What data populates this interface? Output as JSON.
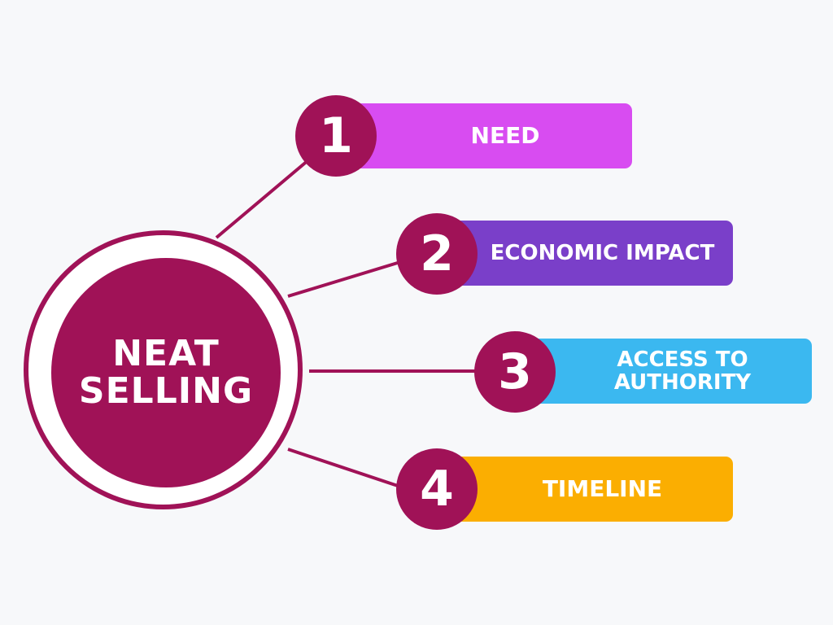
{
  "hub": {
    "line1": "NEAT",
    "line2": "SELLING"
  },
  "steps": [
    {
      "number": "1",
      "label": "NEED",
      "color": "#d84cf1"
    },
    {
      "number": "2",
      "label": "ECONOMIC IMPACT",
      "color": "#7a3fc9"
    },
    {
      "number": "3",
      "label_line1": "ACCESS TO",
      "label_line2": "AUTHORITY",
      "color": "#3bb8f0"
    },
    {
      "number": "4",
      "label": "TIMELINE",
      "color": "#fbae01"
    }
  ],
  "colors": {
    "primary": "#a01257",
    "background": "#f7f8fa"
  }
}
